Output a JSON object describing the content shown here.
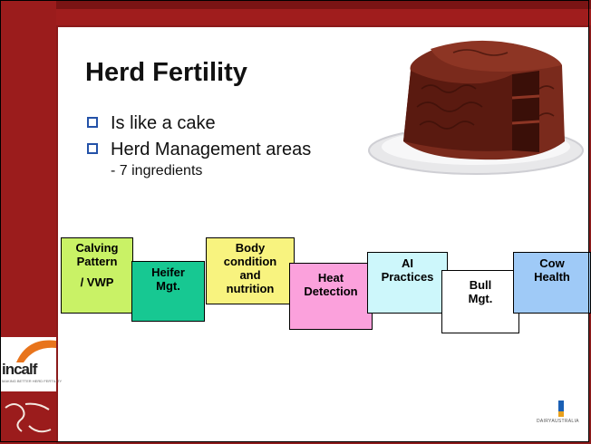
{
  "slide": {
    "title": "Herd Fertility",
    "bullets": [
      {
        "text": "Is like a cake"
      },
      {
        "text": "Herd Management areas"
      }
    ],
    "sub_item": "- 7 ingredients"
  },
  "ingredients": [
    {
      "lines": [
        "Calving",
        "Pattern",
        "",
        "/ VWP"
      ],
      "color": "#c9f266"
    },
    {
      "lines": [
        "Heifer",
        "Mgt."
      ],
      "color": "#17c892"
    },
    {
      "lines": [
        "Body",
        "condition",
        "and",
        "nutrition"
      ],
      "color": "#f8f37f"
    },
    {
      "lines": [
        "Heat",
        "Detection"
      ],
      "color": "#fba1dc"
    },
    {
      "lines": [
        "AI",
        "Practices"
      ],
      "color": "#cdf7fb"
    },
    {
      "lines": [
        "Bull",
        "Mgt."
      ],
      "color": "#ffffff"
    },
    {
      "lines": [
        "Cow",
        "Health"
      ],
      "color": "#9fcaf7"
    }
  ],
  "logos": {
    "incalf": "incalf",
    "incalf_tagline": "MAKING BETTER HERD FERTILITY",
    "dairy_australia": "DAIRYAUSTRALIA"
  },
  "icons": {
    "bullet": "checkbox-square-icon",
    "cake": "chocolate-cake-image",
    "incalf_logo": "incalf-logo-icon",
    "cow_tail": "cow-illustration-icon",
    "dairy_australia_logo": "dairy-australia-logo-icon"
  },
  "colors": {
    "frame": "#8b1a1a",
    "bullet_box": "#2452a8",
    "title": "#111111"
  }
}
